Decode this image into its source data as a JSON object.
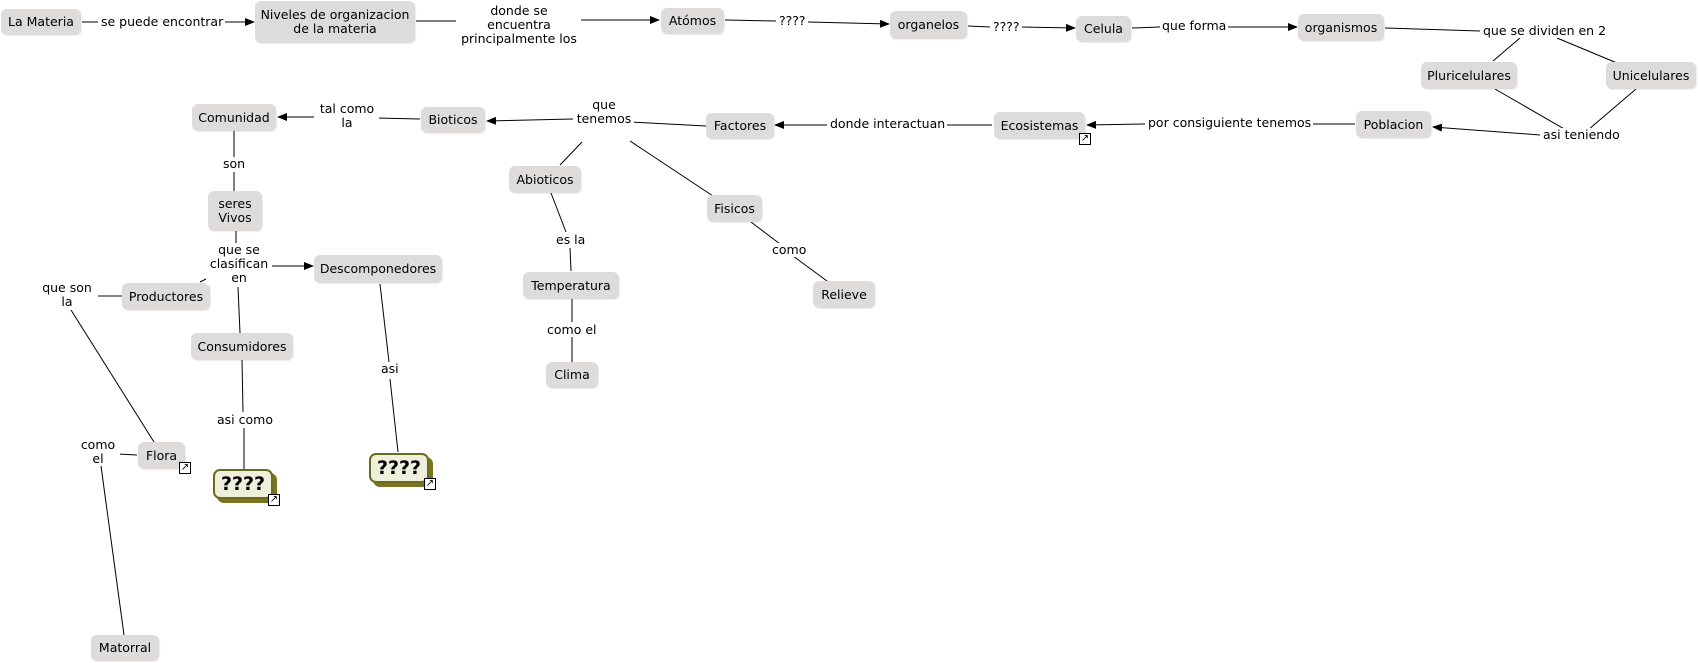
{
  "colors": {
    "concept_fill": "#dedbdb",
    "line": "#000000",
    "stack_fill": "#eef0dc",
    "stack_border": "#6b6a1e"
  },
  "concepts": {
    "la_materia": "La Materia",
    "niveles": "Niveles de organizacion de la materia",
    "atomos": "Atómos",
    "organelos": "organelos",
    "celula": "Celula",
    "organismos": "organismos",
    "pluricelulares": "Pluricelulares",
    "unicelulares": "Unicelulares",
    "poblacion": "Poblacion",
    "ecosistemas": "Ecosistemas",
    "factores": "Factores",
    "bioticos": "Bioticos",
    "comunidad": "Comunidad",
    "seres_vivos": "seres Vivos",
    "productores": "Productores",
    "descomponedores": "Descomponedores",
    "consumidores": "Consumidores",
    "flora": "Flora",
    "matorral": "Matorral",
    "abioticos": "Abioticos",
    "fisicos": "Fisicos",
    "temperatura": "Temperatura",
    "relieve": "Relieve",
    "clima": "Clima",
    "unknown_consumidores": "????",
    "unknown_descomponedores": "????"
  },
  "link_phrases": {
    "se_puede_encontrar": "se puede encontrar",
    "donde_se_encuentra": "donde se encuentra principalmente los",
    "q1": "????",
    "q2": "????",
    "que_forma": "que forma",
    "que_se_dividen": "que se dividen en 2",
    "asi_teniendo": "asi teniendo",
    "por_consiguiente": "por consiguiente tenemos",
    "donde_interactuan": "donde interactuan",
    "que_tenemos": "que tenemos",
    "tal_como_la": "tal como la",
    "son": "son",
    "que_se_clasifican": "que se clasifican en",
    "que_son_la": "que son la",
    "asi_como": "asi como",
    "asi": "asi",
    "como_el_flora": "como el",
    "es_la": "es la",
    "como_el_clima": "como el",
    "como_relieve": "como"
  },
  "icons": [
    "link-icon"
  ]
}
